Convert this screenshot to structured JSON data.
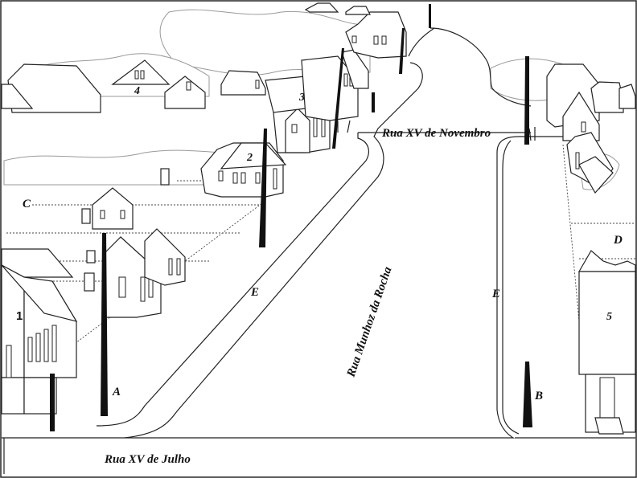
{
  "labels": {
    "building_1": "1",
    "building_2": "2",
    "building_3": "3",
    "building_4": "4",
    "building_5": "5",
    "letter_a": "A",
    "letter_b": "B",
    "letter_c": "C",
    "letter_d": "D",
    "letter_e_left": "E",
    "letter_e_right": "E"
  },
  "streets": {
    "bottom": "Rua XV de Julho",
    "diagonal": "Rua Munhoz da Rocha",
    "top": "Rua XV de Novembro"
  }
}
